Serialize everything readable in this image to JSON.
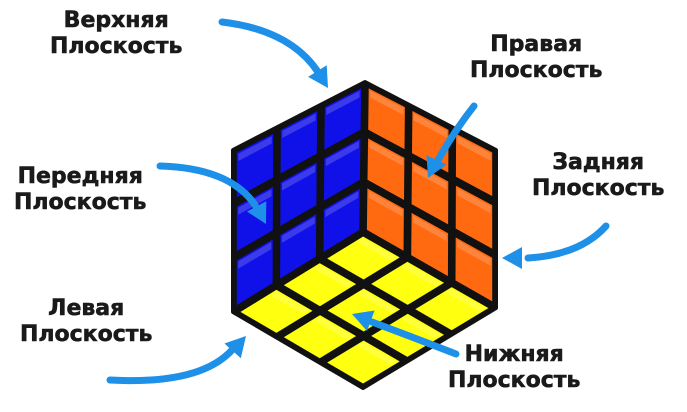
{
  "labels": {
    "top": {
      "line1": "Верхняя",
      "line2": "Плоскость"
    },
    "right": {
      "line1": "Правая",
      "line2": "Плоскость"
    },
    "front": {
      "line1": "Передняя",
      "line2": "Плоскость"
    },
    "back": {
      "line1": "Задняя",
      "line2": "Плоскость"
    },
    "left": {
      "line1": "Левая",
      "line2": "Плоскость"
    },
    "bottom": {
      "line1": "Нижняя",
      "line2": "Плоскость"
    }
  },
  "colors": {
    "blue_face": "#1010e8",
    "orange_face": "#ff6a10",
    "yellow_face": "#ffff10",
    "outline": "#111111",
    "arrow": "#1e90e8"
  }
}
